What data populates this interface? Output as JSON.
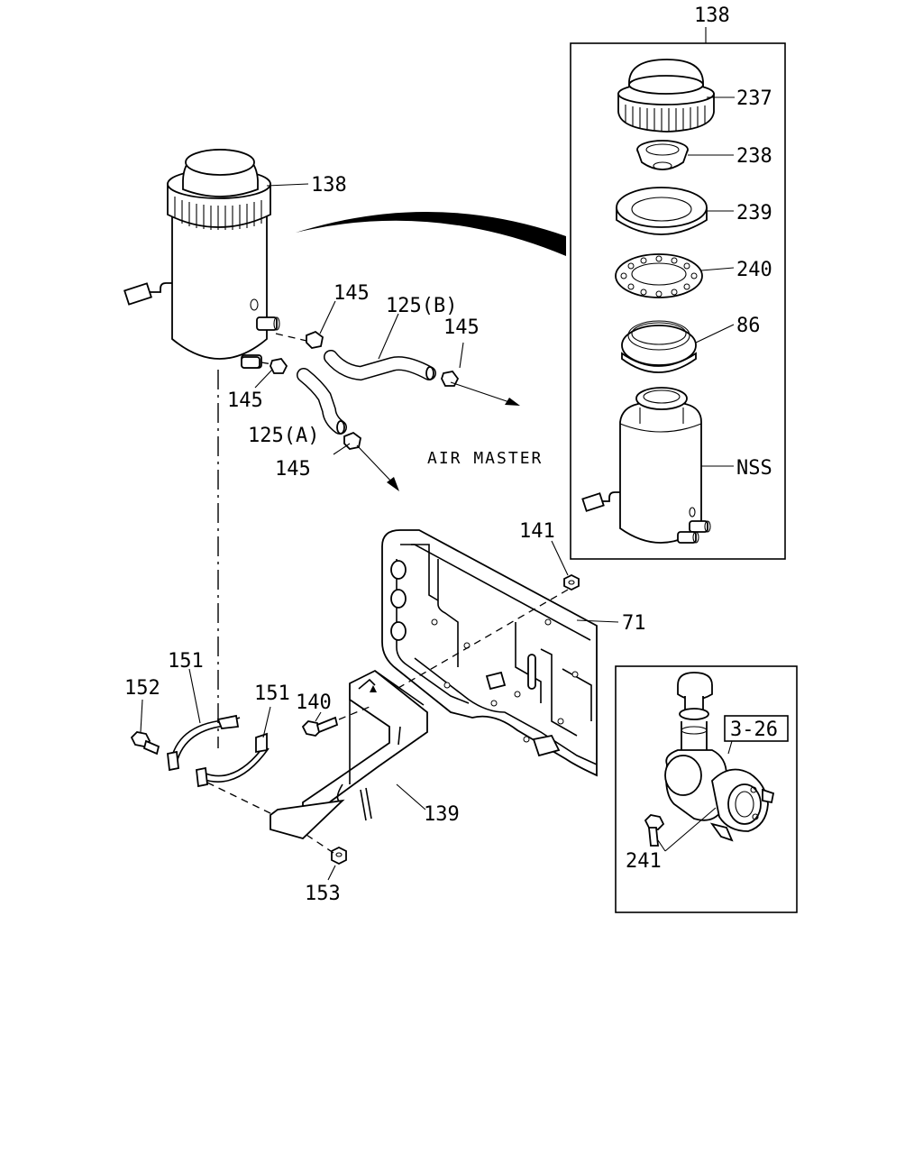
{
  "labels": {
    "inset_top_ref": "138",
    "cap": "237",
    "seal": "238",
    "ring": "239",
    "gasket_plate": "240",
    "o_ring": "86",
    "tank_body": "NSS",
    "tank_main": "138",
    "clamp_upper_left": "145",
    "hose_b": "125(B)",
    "clamp_right": "145",
    "clamp_lower_left": "145",
    "hose_a": "125(A)",
    "clamp_bottom": "145",
    "nut_frame": "141",
    "frame": "71",
    "band_left": "151",
    "band_right": "151",
    "bolt_left": "152",
    "bolt_bracket": "140",
    "bracket": "139",
    "nut_bottom": "153",
    "ref_box": "3-26",
    "bolt_pump": "241"
  },
  "annotation": "AIR MASTER"
}
